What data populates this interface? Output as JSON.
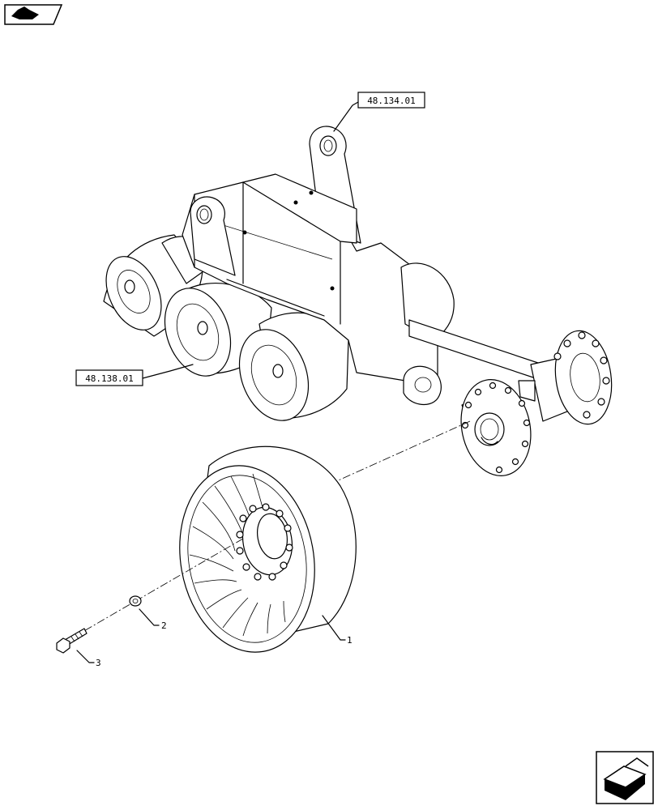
{
  "diagram": {
    "references": [
      {
        "id": "ref-top",
        "text": "48.134.01"
      },
      {
        "id": "ref-left",
        "text": "48.138.01"
      }
    ],
    "callouts": [
      {
        "id": "callout-1",
        "text": "1"
      },
      {
        "id": "callout-2",
        "text": "2"
      },
      {
        "id": "callout-3",
        "text": "3"
      }
    ]
  },
  "icons": {
    "top_left": "previous-page-icon",
    "bottom_right": "next-page-icon"
  }
}
